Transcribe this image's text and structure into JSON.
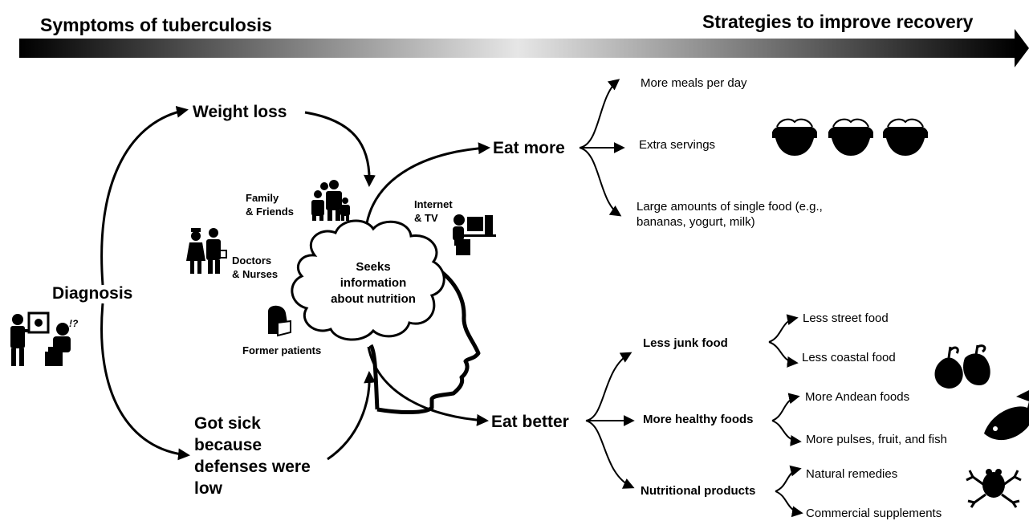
{
  "header": {
    "left_title": "Symptoms of tuberculosis",
    "right_title": "Strategies to improve recovery"
  },
  "left": {
    "diagnosis": "Diagnosis",
    "exclaim": "!?",
    "weight_loss": "Weight loss",
    "got_sick": [
      "Got sick",
      "because",
      "defenses were",
      "low"
    ]
  },
  "sources": {
    "family": [
      "Family",
      "& Friends"
    ],
    "doctors": [
      "Doctors",
      "& Nurses"
    ],
    "internet": [
      "Internet",
      "& TV"
    ],
    "former": "Former patients"
  },
  "center": {
    "cloud": [
      "Seeks",
      "information",
      "about nutrition"
    ]
  },
  "eat_more": {
    "label": "Eat more",
    "options": [
      "More meals per day",
      "Extra servings",
      [
        "Large amounts of single food (e.g.,",
        "bananas, yogurt, milk)"
      ]
    ]
  },
  "eat_better": {
    "label": "Eat better",
    "groups": [
      {
        "label": "Less junk food",
        "options": [
          "Less street food",
          "Less coastal food"
        ]
      },
      {
        "label": "More healthy foods",
        "options": [
          "More Andean foods",
          "More pulses, fruit, and fish"
        ]
      },
      {
        "label": "Nutritional products",
        "options": [
          "Natural remedies",
          "Commercial supplements"
        ]
      }
    ]
  },
  "icons": [
    "doctor-patient-icon",
    "family-icon",
    "doctor-nurse-icon",
    "computer-user-icon",
    "masked-patient-icon",
    "rice-bowl-icon",
    "fruit-icon",
    "fish-icon",
    "frog-icon"
  ]
}
